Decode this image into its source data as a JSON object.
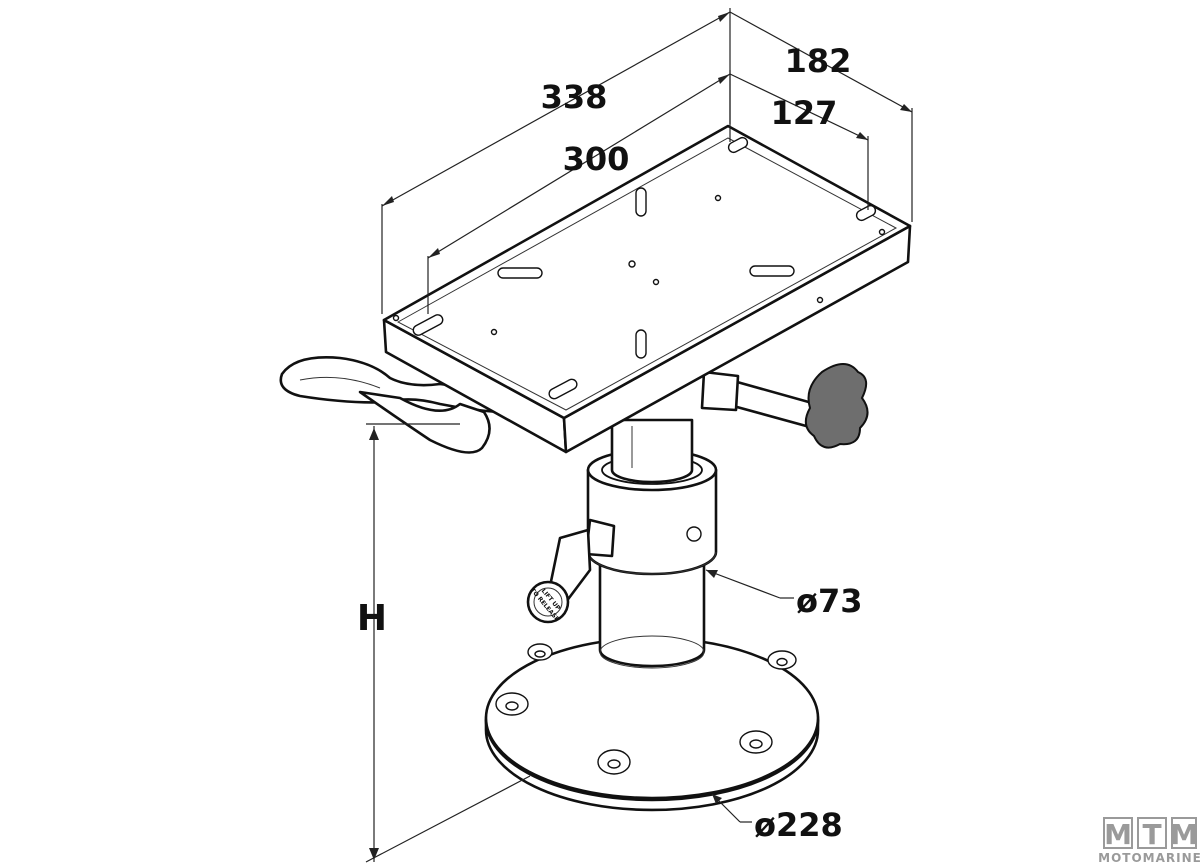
{
  "dimensions": {
    "length_outer": "338",
    "width_outer": "182",
    "width_inner": "127",
    "length_inner": "300",
    "height": "H",
    "column_diameter": "ø73",
    "base_diameter": "ø228"
  },
  "lever_label": {
    "line1": "LIFT UP",
    "line2": "TO RELEASE"
  },
  "watermark": {
    "letters": [
      "M",
      "T",
      "M"
    ],
    "word": "MOTOMARINE"
  },
  "colors": {
    "line": "#111111",
    "knob": "#6e6e6e",
    "watermark": "#9a9a9a"
  }
}
